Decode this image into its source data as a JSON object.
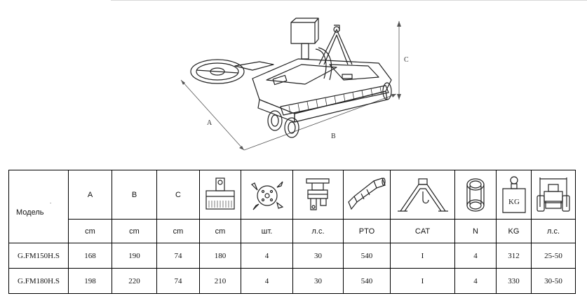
{
  "drawing": {
    "dim_a": "A",
    "dim_b": "B",
    "dim_c": "C"
  },
  "table": {
    "model_header": "Модель",
    "model_dot": ".",
    "columns": [
      {
        "letter": "A",
        "icon": "",
        "unit": "cm"
      },
      {
        "letter": "B",
        "icon": "",
        "unit": "cm"
      },
      {
        "letter": "C",
        "icon": "",
        "unit": "cm"
      },
      {
        "letter": "",
        "icon": "roller-icon",
        "unit": "cm"
      },
      {
        "letter": "",
        "icon": "blade-rotor-icon",
        "unit": "шт."
      },
      {
        "letter": "",
        "icon": "gearbox-icon",
        "unit": "л.с."
      },
      {
        "letter": "",
        "icon": "pto-shaft-icon",
        "unit": "PTO"
      },
      {
        "letter": "",
        "icon": "hitch-category-icon",
        "unit": "CAT"
      },
      {
        "letter": "",
        "icon": "belts-icon",
        "unit": "N"
      },
      {
        "letter": "",
        "icon": "weight-kg-icon",
        "unit": "KG"
      },
      {
        "letter": "",
        "icon": "tractor-icon",
        "unit": "л.с."
      }
    ],
    "weight_icon_text": "KG",
    "rows": [
      {
        "model": "G.FM150H.S",
        "values": [
          "168",
          "190",
          "74",
          "180",
          "4",
          "30",
          "540",
          "I",
          "4",
          "312",
          "25-50"
        ]
      },
      {
        "model": "G.FM180H.S",
        "values": [
          "198",
          "220",
          "74",
          "210",
          "4",
          "30",
          "540",
          "I",
          "4",
          "330",
          "30-50"
        ]
      }
    ]
  }
}
